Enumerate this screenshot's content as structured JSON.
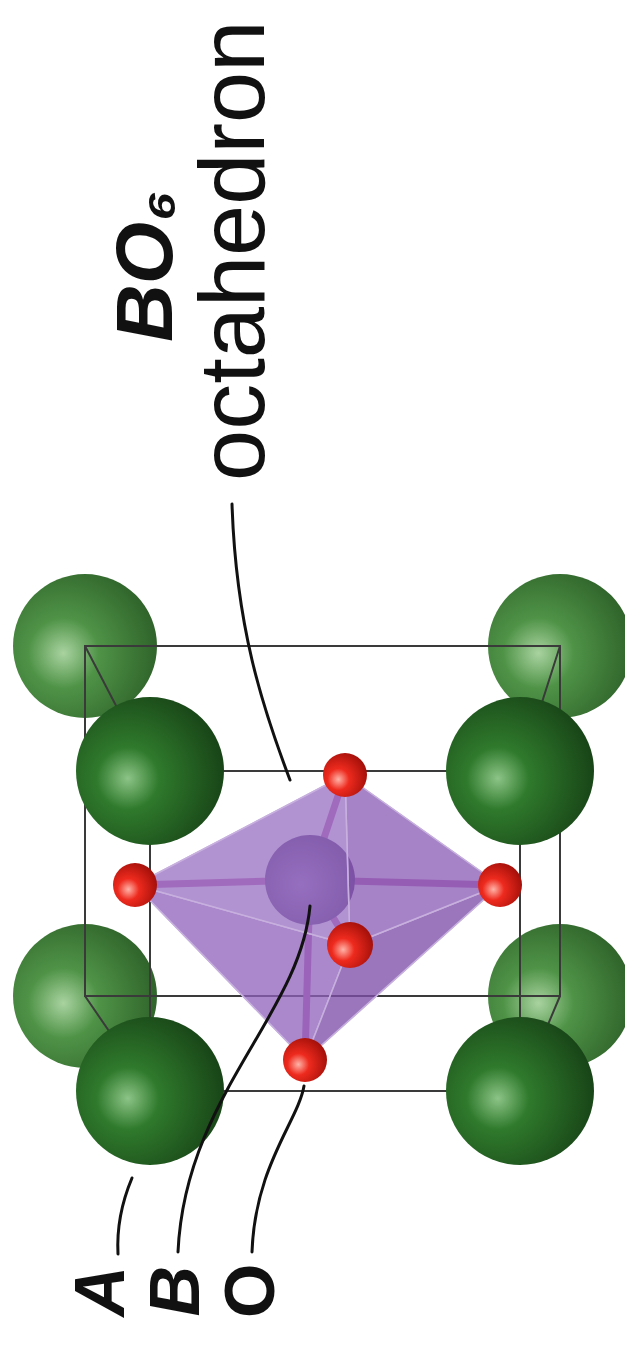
{
  "diagram": {
    "labels": [
      "A",
      "B",
      "O",
      "BO₆",
      "octahedron"
    ]
  }
}
